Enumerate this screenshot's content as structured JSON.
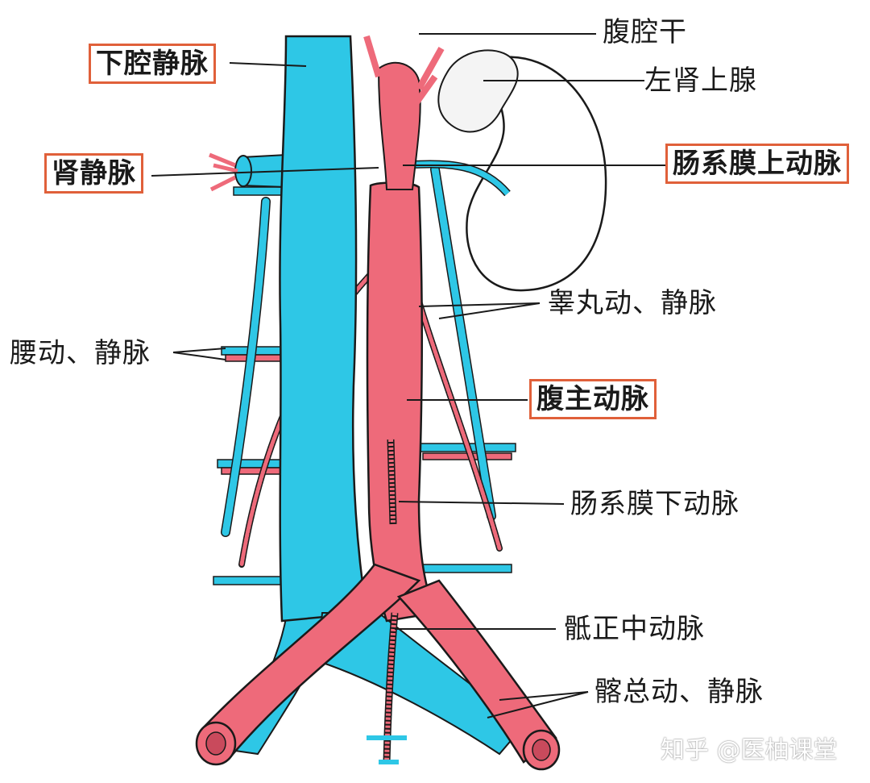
{
  "labels": {
    "celiac_trunk": "腹腔干",
    "left_adrenal": "左肾上腺",
    "ivc": "下腔静脉",
    "renal_vein": "肾静脉",
    "sma": "肠系膜上动脉",
    "testicular": "睾丸动、静脉",
    "lumbar": "腰动、静脉",
    "aorta": "腹主动脉",
    "ima": "肠系膜下动脉",
    "median_sacral": "骶正中动脉",
    "common_iliac": "髂总动、静脉"
  },
  "watermark": "知乎 @医柚课堂",
  "colors": {
    "vein": "#2ec7e6",
    "artery": "#ee6a7a",
    "outline": "#1a1a1a",
    "highlight_box": "#e0603a"
  }
}
